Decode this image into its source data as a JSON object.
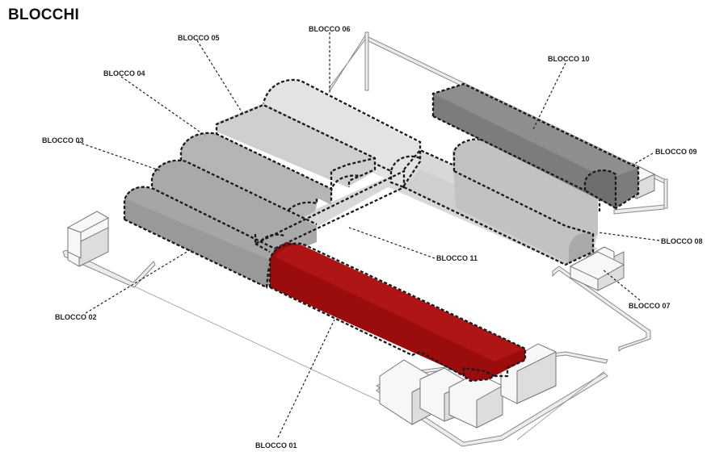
{
  "title": "BLOCCHI",
  "colors": {
    "highlight_red": "#9b0c0c",
    "block_dark": "#7d7d7d",
    "block_mid": "#b9b9b9",
    "block_light": "#d9d9d9"
  },
  "labels": {
    "b01": "BLOCCO 01",
    "b02": "BLOCCO 02",
    "b03": "BLOCCO 03",
    "b04": "BLOCCO 04",
    "b05": "BLOCCO 05",
    "b06": "BLOCCO 06",
    "b07": "BLOCCO 07",
    "b08": "BLOCCO 08",
    "b09": "BLOCCO 09",
    "b10": "BLOCCO 10",
    "b11": "BLOCCO 11"
  }
}
